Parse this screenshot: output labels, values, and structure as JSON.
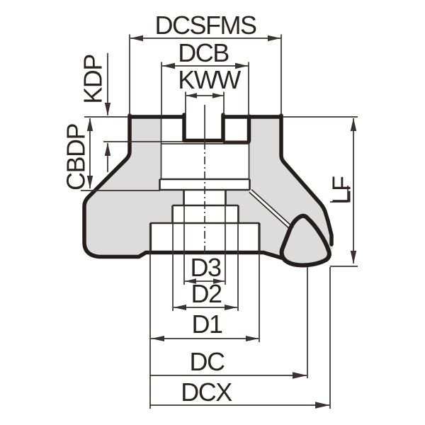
{
  "diagram": {
    "kind": "face-mill-cutter-cross-section",
    "labels": {
      "dcsfms": "DCSFMS",
      "dcb": "DCB",
      "kww": "KWW",
      "kdp": "KDP",
      "cbdp": "CBDP",
      "lf": "LF",
      "d3": "D3",
      "d2": "D2",
      "d1": "D1",
      "dc": "DC",
      "dcx": "DCX"
    },
    "colors": {
      "background": "#ffffff",
      "body_fill": "#dcdcdc",
      "insert_fill": "#ececec",
      "thin_line": "#3b322e",
      "thick_outline": "#241e1b",
      "text": "#2a2320"
    }
  }
}
